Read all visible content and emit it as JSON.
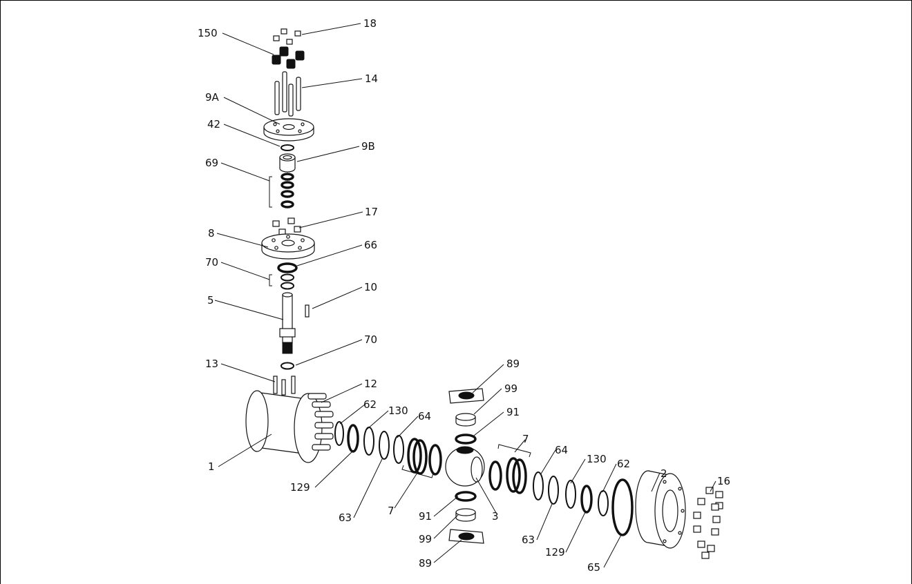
{
  "callouts": [
    {
      "id": "18"
    },
    {
      "id": "150"
    },
    {
      "id": "14"
    },
    {
      "id": "9A"
    },
    {
      "id": "42"
    },
    {
      "id": "9B"
    },
    {
      "id": "69"
    },
    {
      "id": "17"
    },
    {
      "id": "8"
    },
    {
      "id": "66"
    },
    {
      "id": "70"
    },
    {
      "id": "10"
    },
    {
      "id": "5"
    },
    {
      "id": "13"
    },
    {
      "id": "12"
    },
    {
      "id": "62"
    },
    {
      "id": "130"
    },
    {
      "id": "64"
    },
    {
      "id": "89"
    },
    {
      "id": "99"
    },
    {
      "id": "91"
    },
    {
      "id": "7"
    },
    {
      "id": "1"
    },
    {
      "id": "129"
    },
    {
      "id": "63"
    },
    {
      "id": "3"
    },
    {
      "id": "2"
    },
    {
      "id": "16"
    },
    {
      "id": "65"
    }
  ]
}
